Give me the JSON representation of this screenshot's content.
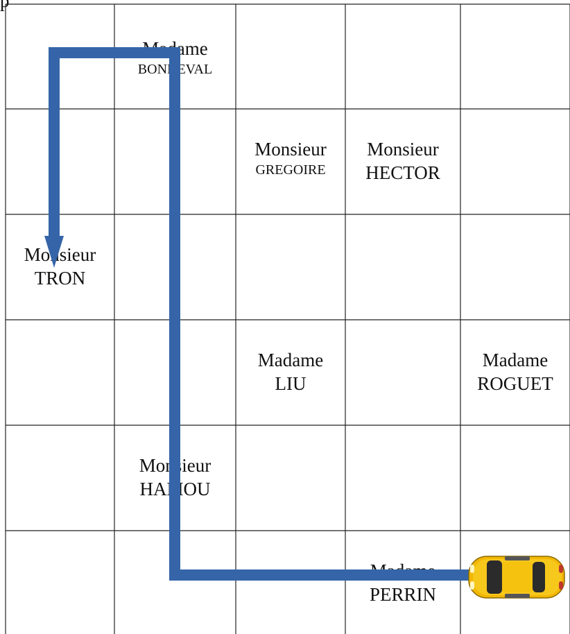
{
  "grid": {
    "rows": 6,
    "cols": 5
  },
  "cells": [
    {
      "row": 0,
      "col": 1,
      "title": "Madame",
      "name": "BONNEVAL",
      "name_size": "small"
    },
    {
      "row": 1,
      "col": 2,
      "title": "Monsieur",
      "name": "GREGOIRE",
      "name_size": "small"
    },
    {
      "row": 1,
      "col": 3,
      "title": "Monsieur",
      "name": "HECTOR",
      "name_size": "big"
    },
    {
      "row": 2,
      "col": 0,
      "title": "Monsieur",
      "name": "TRON",
      "name_size": "big"
    },
    {
      "row": 3,
      "col": 2,
      "title": "Madame",
      "name": "LIU",
      "name_size": "big"
    },
    {
      "row": 3,
      "col": 4,
      "title": "Madame",
      "name": "ROGUET",
      "name_size": "big"
    },
    {
      "row": 4,
      "col": 1,
      "title": "Monsieur",
      "name": "HAMOU",
      "name_size": "big"
    },
    {
      "row": 5,
      "col": 3,
      "title": "Madame",
      "name": "PERRIN",
      "name_size": "big"
    }
  ],
  "route": {
    "color": "#3565A8",
    "start_cell": {
      "row": 5,
      "col": 4
    },
    "end_cell": {
      "row": 2,
      "col": 0
    }
  },
  "car": {
    "icon": "taxi-car-icon",
    "body_color": "#F2B705"
  },
  "top_fragment": "p"
}
